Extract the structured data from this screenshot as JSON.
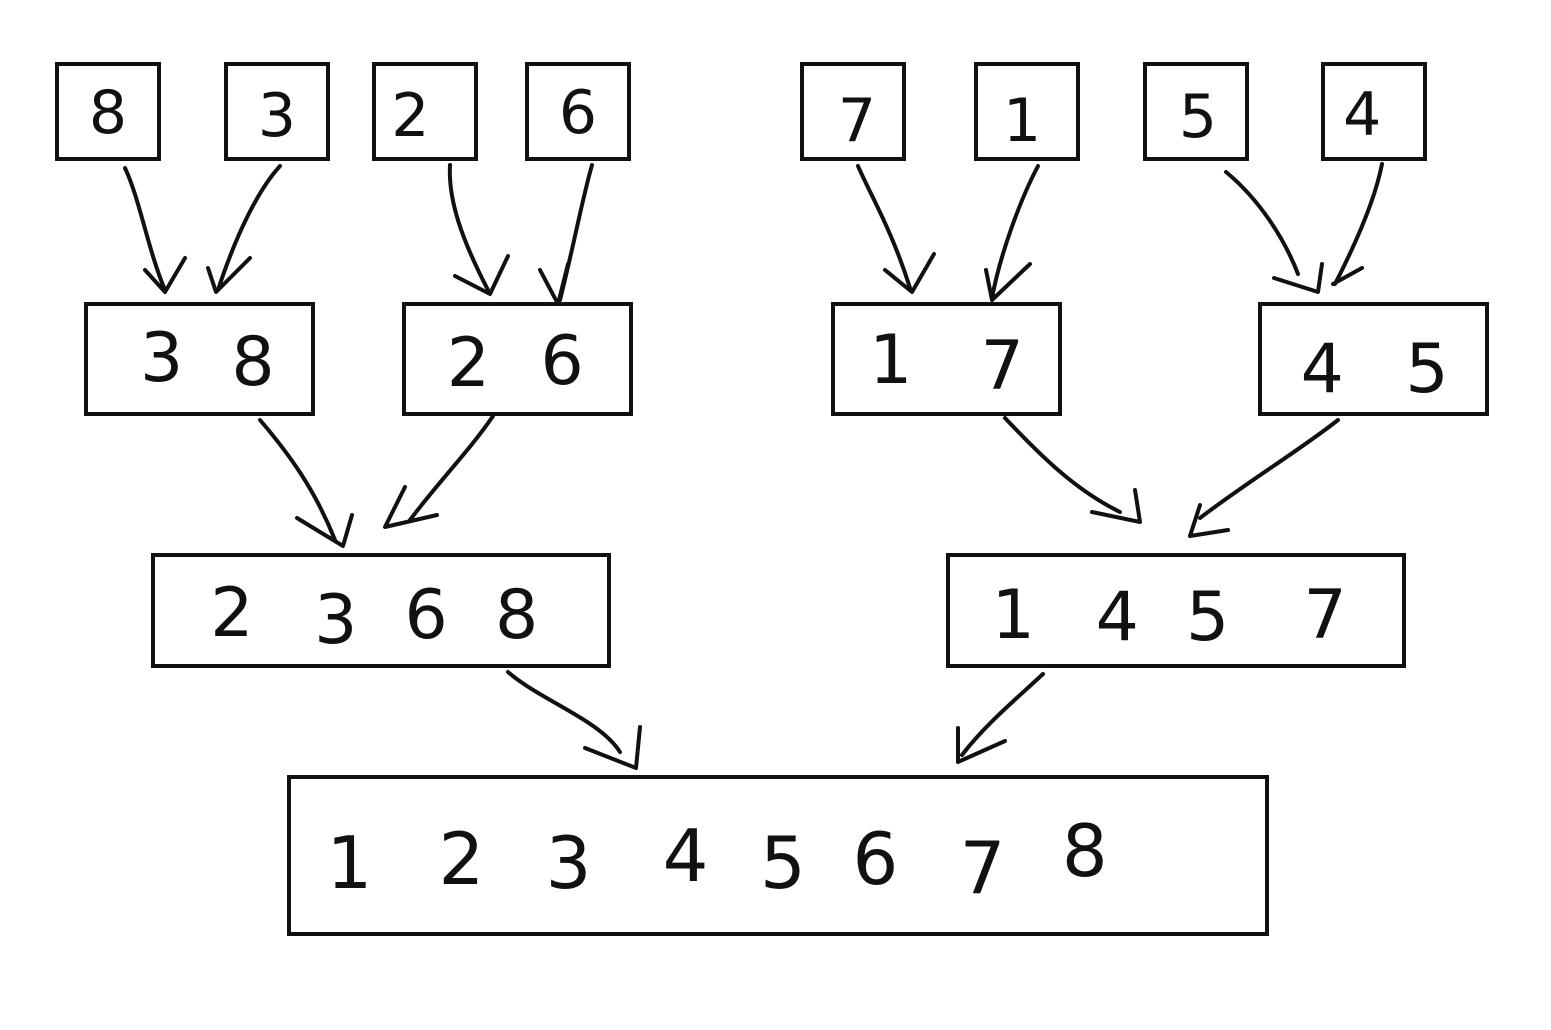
{
  "level0": [
    "8",
    "3",
    "2",
    "6",
    "7",
    "1",
    "5",
    "4"
  ],
  "level1": [
    [
      "3",
      "8"
    ],
    [
      "2",
      "6"
    ],
    [
      "1",
      "7"
    ],
    [
      "4",
      "5"
    ]
  ],
  "level2": [
    [
      "2",
      "3",
      "6",
      "8"
    ],
    [
      "1",
      "4",
      "5",
      "7"
    ]
  ],
  "level3": [
    "1",
    "2",
    "3",
    "4",
    "5",
    "6",
    "7",
    "8"
  ],
  "colors": {
    "ink": "#111111",
    "background": "#ffffff"
  }
}
